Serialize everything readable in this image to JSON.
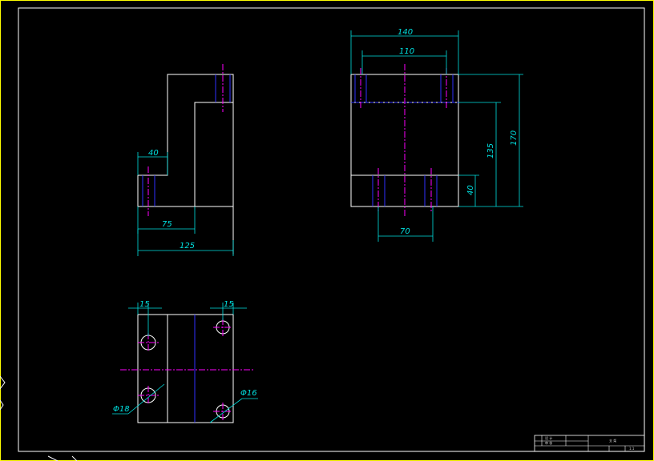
{
  "colors": {
    "background": "#000000",
    "border": "#ffff00",
    "outline": "#ffffff",
    "dimension": "#00e0e0",
    "centerline": "#ff00ff",
    "hidden": "#3030ff"
  },
  "front_view": {
    "dims": {
      "d40": "40",
      "d75": "75",
      "d125": "125"
    }
  },
  "side_view": {
    "dims": {
      "d140": "140",
      "d110": "110",
      "d170": "170",
      "d135": "135",
      "d40": "40",
      "d70": "70"
    }
  },
  "top_view": {
    "dims": {
      "d15_left": "15",
      "d15_right": "15",
      "dia18": "Φ18",
      "dia16": "Φ16"
    }
  },
  "title_block": {
    "r1c1": "设 计",
    "r1c2": "",
    "r1c3": "",
    "r2c1": "审 核",
    "r3c1": "",
    "main": "支 架",
    "scale": "1:1"
  }
}
